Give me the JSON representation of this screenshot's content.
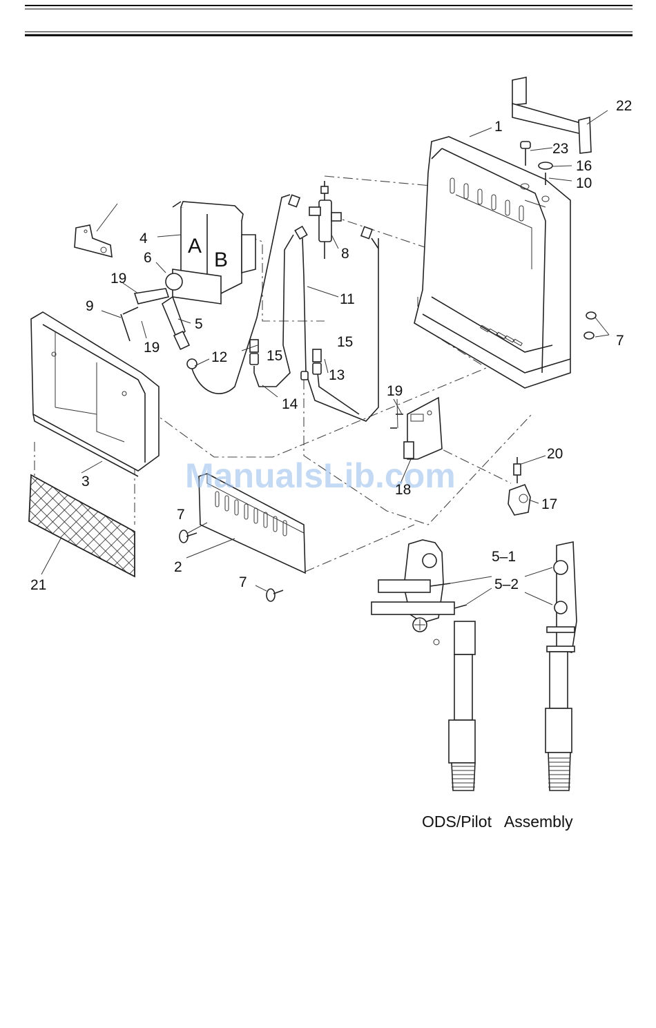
{
  "callouts": {
    "c1": "1",
    "c2": "2",
    "c3": "3",
    "c4": "4",
    "c5": "5",
    "c6": "6",
    "c7a": "7",
    "c7b": "7",
    "c7c": "7",
    "c8": "8",
    "c9": "9",
    "c10": "10",
    "c11": "11",
    "c12": "12",
    "c13": "13",
    "c14": "14",
    "c15a": "15",
    "c15b": "15",
    "c16": "16",
    "c17": "17",
    "c18": "18",
    "c19a": "19",
    "c19b": "19",
    "c19c": "19",
    "c20": "20",
    "c21": "21",
    "c22": "22",
    "c23": "23",
    "c5_1": "5–1",
    "c5_2": "5–2"
  },
  "box_labels": {
    "a": "A",
    "b": "B"
  },
  "inset_caption": "ODS/Pilot   Assembly",
  "watermark": "ManualsLib.com"
}
